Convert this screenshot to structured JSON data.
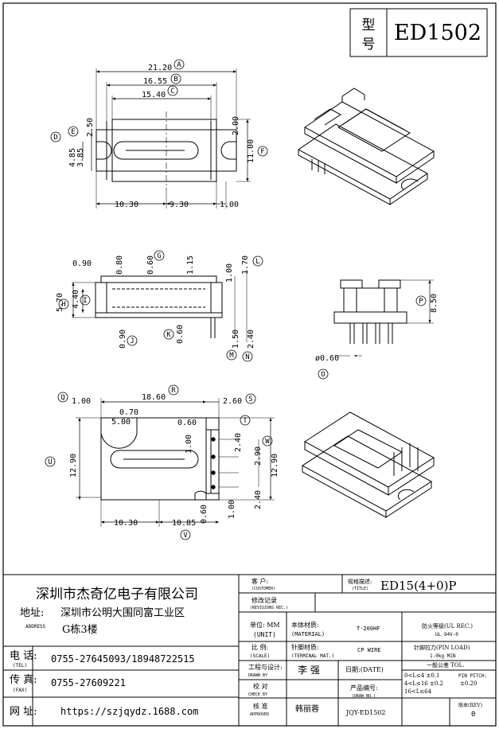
{
  "header": {
    "type_label_1": "型",
    "type_label_2": "号",
    "model": "ED1502"
  },
  "top_view": {
    "dims": {
      "d2120": "21.20",
      "d1655": "16.55",
      "d1540": "15.40",
      "d250": "2.50",
      "d485": "4.85",
      "d385": "3.85",
      "d200": "2.00",
      "d1100": "11.00",
      "d1030": "10.30",
      "d930": "9.30",
      "d100": "1.00"
    },
    "markers": {
      "A": "A",
      "B": "B",
      "C": "C",
      "D": "D",
      "E": "E",
      "F": "F"
    }
  },
  "side_view": {
    "dims": {
      "d090a": "0.90",
      "d080": "0.80",
      "d060a": "0.60",
      "d115": "1.15",
      "d100": "1.00",
      "d170": "1.70",
      "d570": "5.70",
      "d440": "4.40",
      "d090b": "0.90",
      "d060b": "0.60",
      "d150": "1.50",
      "d240": "2.40"
    },
    "markers": {
      "G": "G",
      "H": "H",
      "I": "I",
      "J": "J",
      "K": "K",
      "L": "L",
      "M": "M",
      "N": "N"
    }
  },
  "end_view": {
    "dims": {
      "d850": "8.50",
      "d060": "ø0.60"
    },
    "markers": {
      "O": "O",
      "P": "P"
    }
  },
  "bottom_view": {
    "dims": {
      "d100a": "1.00",
      "d1860": "18.60",
      "d260": "2.60",
      "d070": "0.70",
      "d500": "5.00",
      "d060a": "0.60",
      "d240a": "2.40",
      "d100b": "1.00",
      "d290": "2.90",
      "d1290a": "12.90",
      "d1290b": "12.90",
      "d1030": "10.30",
      "d1085": "10.85",
      "d060b": "0.60",
      "d100c": "1.00",
      "d240b": "2.40"
    },
    "markers": {
      "Q": "Q",
      "R": "R",
      "S": "S",
      "T": "T",
      "U": "U",
      "V": "V",
      "W": "W"
    }
  },
  "title_block": {
    "company": "深圳市杰奇亿电子有限公司",
    "address_label": "地址:",
    "address_label_en": "ADDRESS",
    "address_line1": "深圳市公明大围同富工业区",
    "address_line2": "G栋3楼",
    "tel_label": "电 话:",
    "tel_label_en": "(TEL)",
    "tel": "0755-27645093/18948722515",
    "fax_label": "传 真:",
    "fax_label_en": "(FAX)",
    "fax": "0755-27609221",
    "web_label": "网 址:",
    "web": "https://szjqydz.1688.com",
    "customer_label": "客 户:",
    "customer_label_en": "(CUSTOMER)",
    "spec_label": "规格描述:",
    "spec_label_en": "(TITLE)",
    "spec": "ED15(4+0)P",
    "revision_label": "修改记录",
    "revision_label_en": "(REVISIONS REC.)",
    "unit_label": "单位: MM",
    "unit_label_en": "(UNIT)",
    "material_label": "本体材质:",
    "material_label_en": "(MATERIAL)",
    "material": "T-200HF",
    "fire_label": "防火等级(UL REC.)",
    "fire": "UL 94V-0",
    "scale_label": "比 例:",
    "scale_label_en": "(SCALE)",
    "terminal_label": "针脚材质:",
    "terminal_label_en": "(TERMINAL MAT.)",
    "terminal": "CP WIRE",
    "pinload_label": "针脚拉力(PIN LOAD)",
    "pinload": "1.0kg MIN",
    "drawn_label": "工程与设计:",
    "drawn_label_en": "DRAWN BY",
    "drawn": "李 强",
    "date_label": "日期:(DATE)",
    "tol_label": "一般公差 TOL.",
    "tol_row1": "0<L≤4  ±0.1",
    "tol_row2": "4<L≤16 ±0.2",
    "tol_row3": "16<L≤64",
    "pin_pitch_label": "PIN PITCH:",
    "pin_pitch": "±0.20",
    "check_label": "校 对",
    "check_label_en": "CHECK BY",
    "drawing_no_label": "产品编号:",
    "drawing_no_label_en": "(DRAW NO.)",
    "approved_label": "核 准",
    "approved_label_en": "APPROVED",
    "approved": "韩丽蓉",
    "drawing_no": "JQY-ED1502",
    "rev_label": "版本(REV)",
    "rev": "0"
  }
}
